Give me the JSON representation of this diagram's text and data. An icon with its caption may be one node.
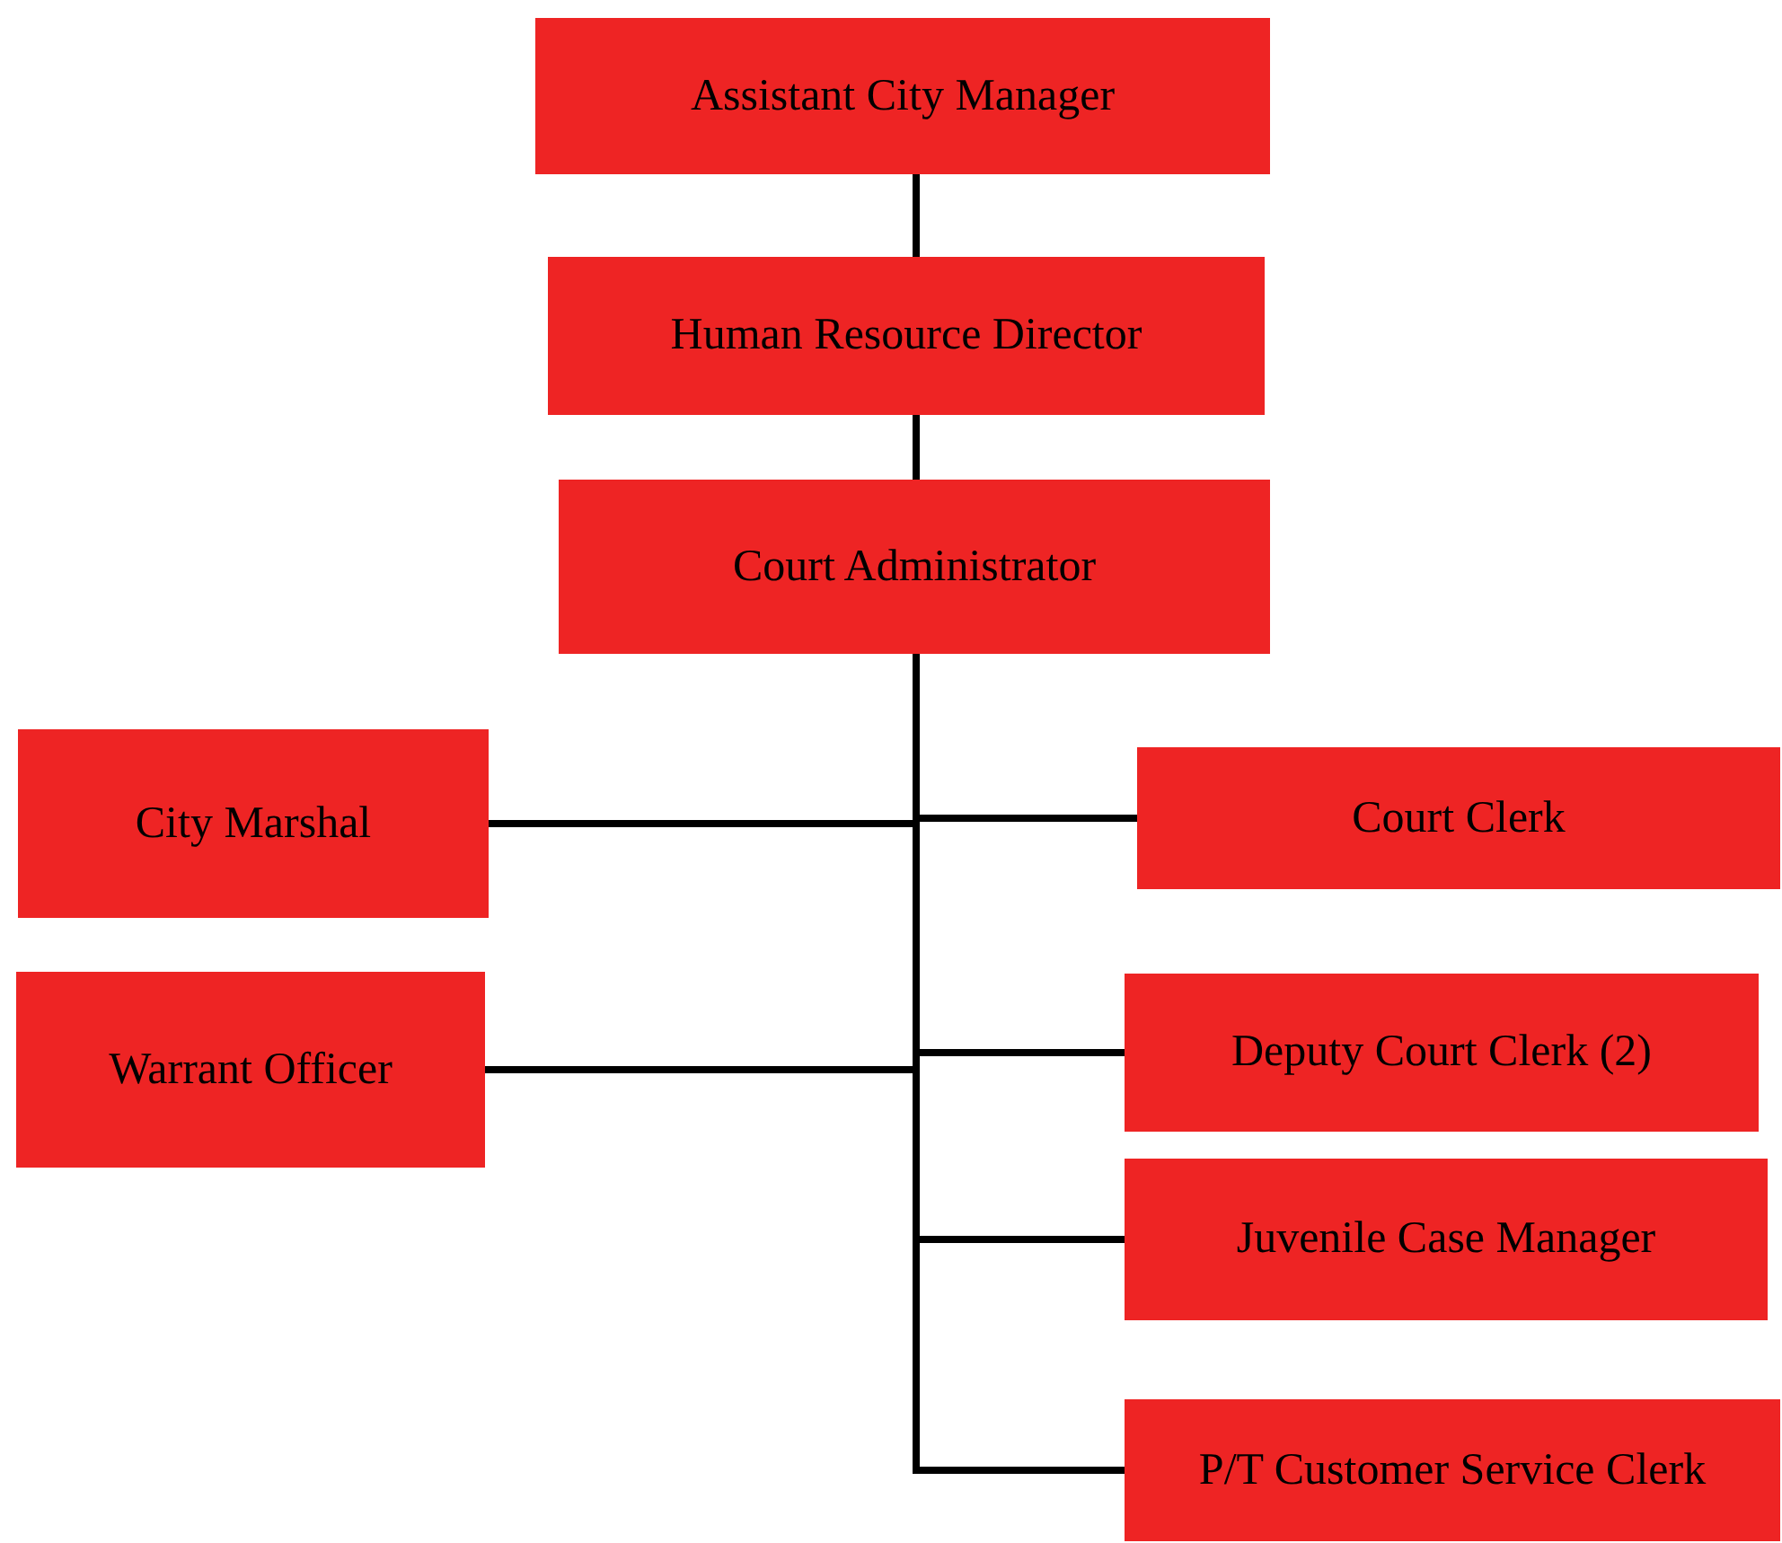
{
  "diagram": {
    "nodes": [
      {
        "text": [
          "Assistant City Manager"
        ]
      },
      {
        "text": [
          "Human Resource Director"
        ]
      },
      {
        "text": [
          "Court Administrator"
        ]
      },
      {
        "text": [
          "City Marshal"
        ]
      },
      {
        "text": [
          "Court Clerk"
        ]
      },
      {
        "text": [
          "Warrant Officer"
        ]
      },
      {
        "text": [
          "Deputy Court Clerk (2)"
        ]
      },
      {
        "text": [
          "Juvenile Case Manager"
        ]
      },
      {
        "text": [
          "P/T Customer Service Clerk"
        ]
      }
    ],
    "edges": [
      {
        "from": 0,
        "to": 1,
        "arrow": "none"
      },
      {
        "from": 1,
        "to": 2,
        "arrow": "none"
      },
      {
        "from": 2,
        "to": 3,
        "arrow": "none"
      },
      {
        "from": 2,
        "to": 4,
        "arrow": "none"
      },
      {
        "from": 2,
        "to": 5,
        "arrow": "none"
      },
      {
        "from": 2,
        "to": 6,
        "arrow": "none"
      },
      {
        "from": 2,
        "to": 7,
        "arrow": "none"
      },
      {
        "from": 2,
        "to": 8,
        "arrow": "none"
      }
    ]
  }
}
